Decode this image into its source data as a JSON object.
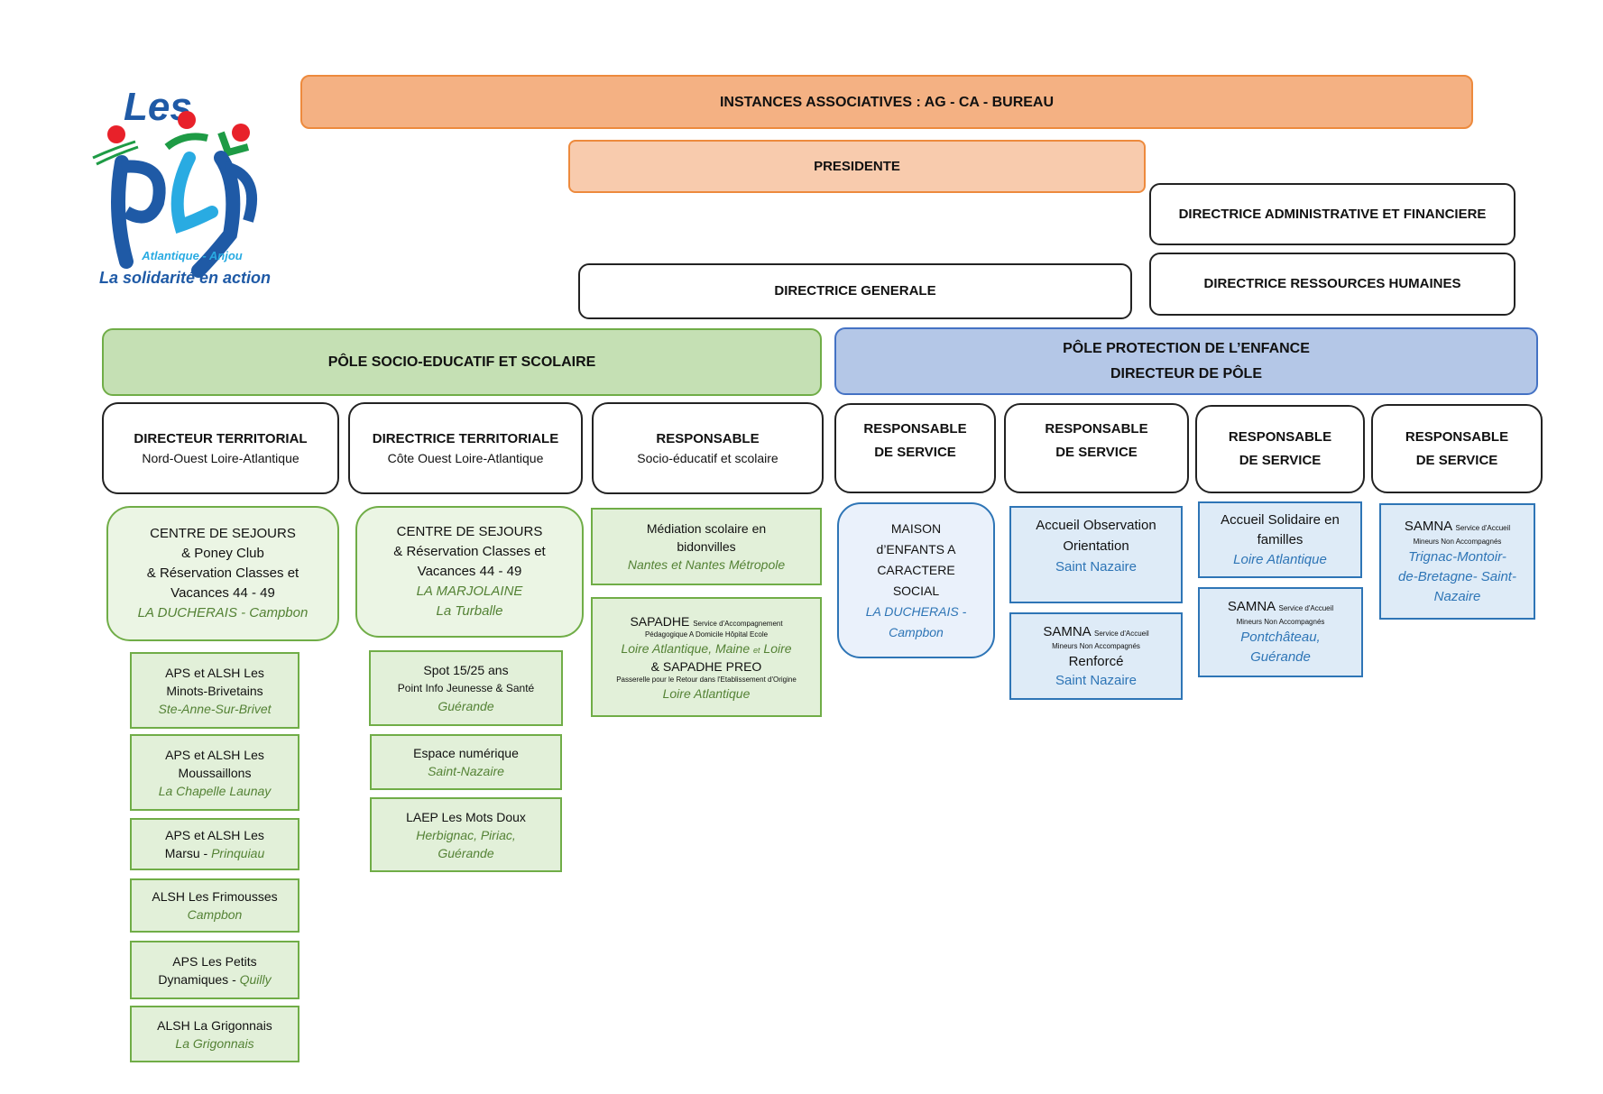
{
  "logo": {
    "brand": "Les PEP",
    "word_les": "Les",
    "region": "Atlantique - Anjou",
    "tagline": "La solidarité en action",
    "colors": {
      "dark_blue": "#1f5aa6",
      "light_blue": "#29abe2",
      "red": "#e8212a",
      "green": "#1e9b45"
    }
  },
  "top": {
    "instances": "INSTANCES ASSOCIATIVES : AG - CA - BUREAU",
    "presidente": "PRESIDENTE",
    "directrice_generale": "DIRECTRICE GENERALE",
    "daf": "DIRECTRICE ADMINISTRATIVE ET FINANCIERE",
    "drh": "DIRECTRICE RESSOURCES HUMAINES"
  },
  "pole_socio": {
    "title": "PÔLE SOCIO-EDUCATIF ET SCOLAIRE",
    "color": "#c5e0b4",
    "heads": [
      {
        "title": "DIRECTEUR TERRITORIAL",
        "subtitle": "Nord-Ouest Loire-Atlantique"
      },
      {
        "title": "DIRECTRICE TERRITORIALE",
        "subtitle": "Côte Ouest Loire-Atlantique"
      },
      {
        "title": "RESPONSABLE",
        "subtitle": "Socio-éducatif et scolaire"
      }
    ],
    "col1_main": {
      "lines": [
        "CENTRE DE SEJOURS",
        "& Poney Club",
        "& Réservation Classes et",
        "Vacances 44 - 49"
      ],
      "location": "LA DUCHERAIS - Campbon"
    },
    "col1_items": [
      {
        "lines": [
          "APS et ALSH Les",
          "Minots-Brivetains"
        ],
        "location": "Ste-Anne-Sur-Brivet"
      },
      {
        "lines": [
          "APS et ALSH Les",
          "Moussaillons"
        ],
        "location": "La Chapelle Launay"
      },
      {
        "line1": "APS et ALSH Les",
        "line2": "Marsu - ",
        "location": "Prinquiau"
      },
      {
        "lines": [
          "ALSH Les Frimousses"
        ],
        "location": "Campbon"
      },
      {
        "line1": "APS Les Petits",
        "line2": "Dynamiques - ",
        "location": "Quilly"
      },
      {
        "lines": [
          "ALSH La Grigonnais"
        ],
        "location": "La Grigonnais"
      }
    ],
    "col2_main": {
      "lines": [
        "CENTRE DE SEJOURS",
        "& Réservation Classes et",
        "Vacances 44 - 49"
      ],
      "location1": "LA MARJOLAINE",
      "location2": "La Turballe"
    },
    "col2_items": [
      {
        "title": "Spot 15/25 ans",
        "subtitle": "Point Info Jeunesse & Santé",
        "location": "Guérande"
      },
      {
        "title": "Espace numérique",
        "location": "Saint-Nazaire"
      },
      {
        "title": "LAEP Les Mots Doux",
        "location1": "Herbignac, Piriac,",
        "location2": "Guérande"
      }
    ],
    "col3_items": {
      "mediation": {
        "line1": "Médiation scolaire en",
        "line2": "bidonvilles",
        "location": "Nantes et Nantes Métropole"
      },
      "sapadhe": {
        "name": "SAPADHE",
        "desc1": "Service d'Accompagnement",
        "desc2": "Pédagogique A Domicile Hôpital Ecole",
        "location1a": "Loire Atlantique, Maine",
        "location1et": "et",
        "location1b": "Loire",
        "preo": "& SAPADHE PREO",
        "preo_desc": "Passerelle pour le Retour dans l'Etablissement d'Origine",
        "location2": "Loire Atlantique"
      }
    }
  },
  "pole_protection": {
    "title1": "PÔLE PROTECTION DE L’ENFANCE",
    "title2": "DIRECTEUR DE PÔLE",
    "color": "#b4c7e7",
    "heads": [
      {
        "line1": "RESPONSABLE",
        "line2": "DE SERVICE"
      },
      {
        "line1": "RESPONSABLE",
        "line2": "DE SERVICE"
      },
      {
        "line1": "RESPONSABLE",
        "line2": "DE SERVICE"
      },
      {
        "line1": "RESPONSABLE",
        "line2": "DE SERVICE"
      }
    ],
    "mecs": {
      "lines": [
        "MAISON",
        "d’ENFANTS A",
        "CARACTERE",
        "SOCIAL"
      ],
      "location1": "LA DUCHERAIS -",
      "location2": "Campbon"
    },
    "aoo": {
      "line1": "Accueil Observation",
      "line2": "Orientation",
      "location": "Saint Nazaire"
    },
    "samna_renforce": {
      "name": "SAMNA",
      "desc1": "Service d'Accueil",
      "desc2": "Mineurs Non Accompagnés",
      "extra": "Renforcé",
      "location": "Saint Nazaire"
    },
    "asf": {
      "line1": "Accueil Solidaire en",
      "line2": "familles",
      "location": "Loire Atlantique"
    },
    "samna_pontchateau": {
      "name": "SAMNA",
      "desc1": "Service d'Accueil",
      "desc2": "Mineurs Non Accompagnés",
      "location1": "Pontchâteau,",
      "location2": "Guérande"
    },
    "samna_trignac": {
      "name": "SAMNA",
      "desc1": "Service d'Accueil",
      "desc2": "Mineurs Non Accompagnés",
      "location1": "Trignac-Montoir-",
      "location2": "de-Bretagne- Saint-",
      "location3": "Nazaire"
    }
  }
}
